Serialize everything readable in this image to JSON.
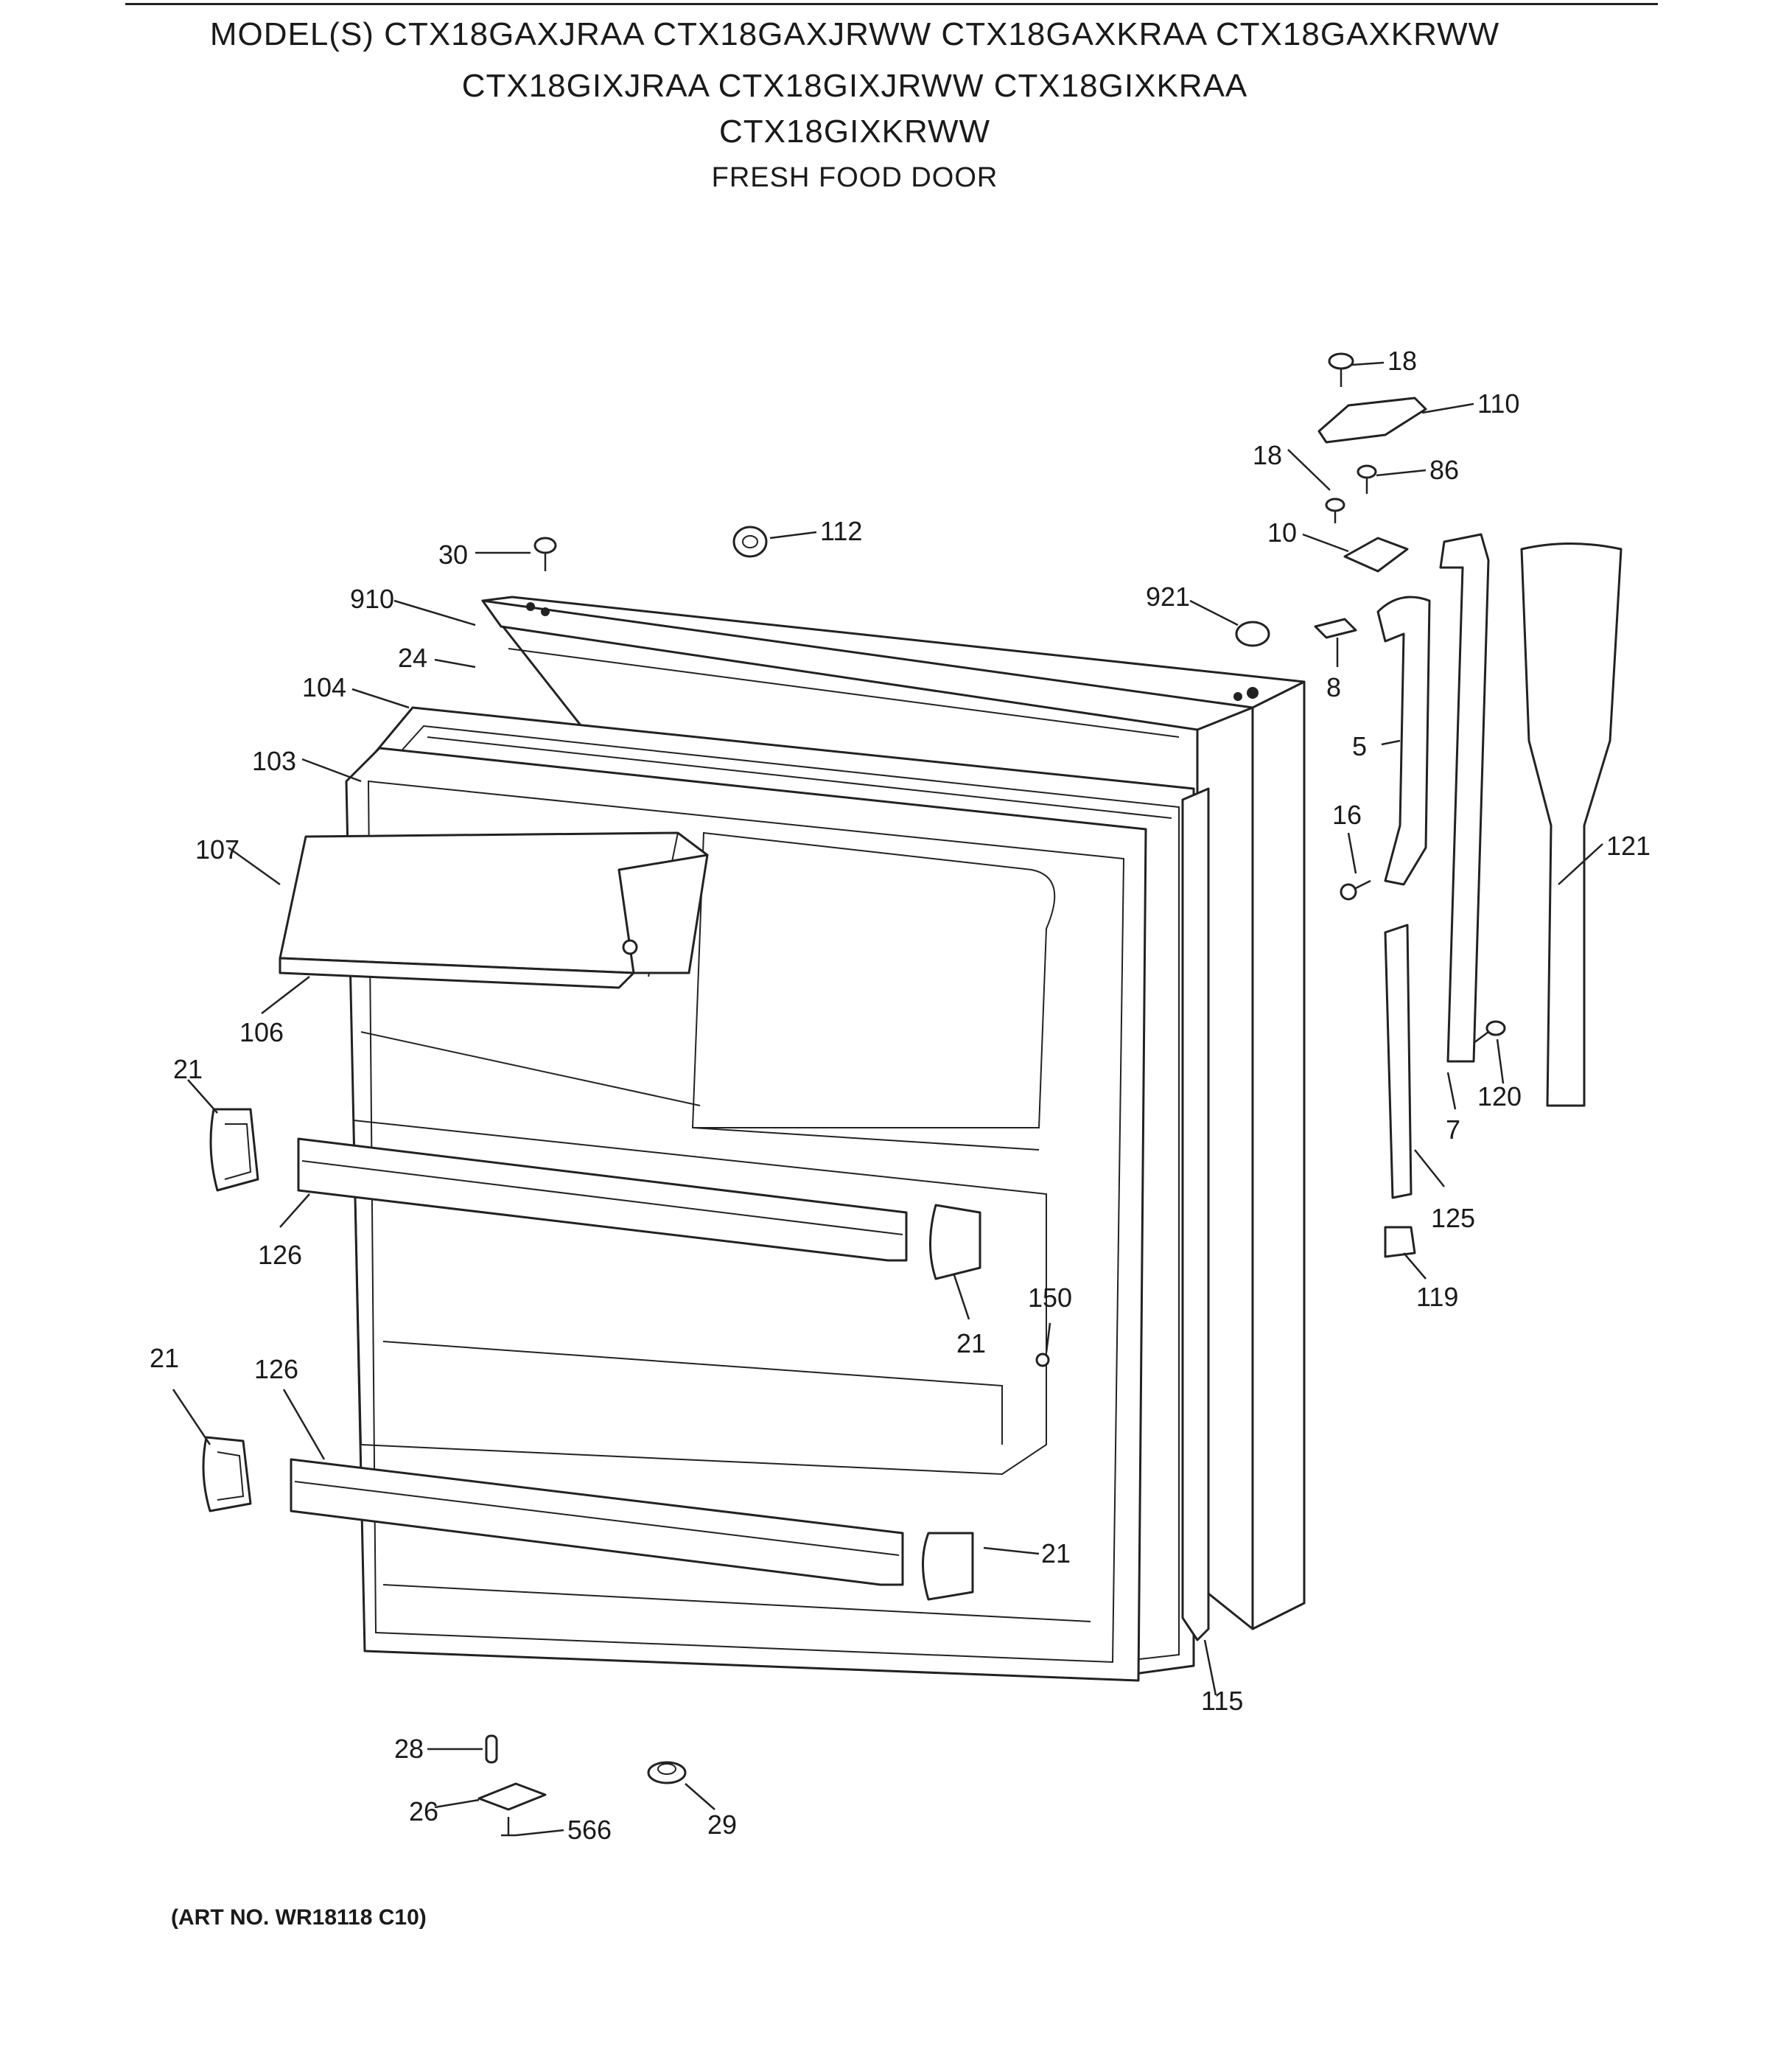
{
  "header": {
    "line1": "MODEL(S) CTX18GAXJRAA  CTX18GAXJRWW  CTX18GAXKRAA  CTX18GAXKRWW",
    "line2": "CTX18GIXJRAA  CTX18GIXJRWW  CTX18GIXKRAA",
    "line3": "CTX18GIXKRWW",
    "subtitle": "FRESH FOOD DOOR"
  },
  "footer": {
    "art_no": "(ART NO. WR18118 C10)"
  },
  "callouts": {
    "c18a": "18",
    "c110": "110",
    "c18b": "18",
    "c86": "86",
    "c10": "10",
    "c30": "30",
    "c112": "112",
    "c910": "910",
    "c921": "921",
    "c24": "24",
    "c8": "8",
    "c104": "104",
    "c5": "5",
    "c103": "103",
    "c16": "16",
    "c107": "107",
    "c121": "121",
    "c106": "106",
    "c21a": "21",
    "c120": "120",
    "c7": "7",
    "c125": "125",
    "c126a": "126",
    "c119": "119",
    "c150": "150",
    "c21b": "21",
    "c21c": "21",
    "c126b": "126",
    "c21d": "21",
    "c115": "115",
    "c28": "28",
    "c26": "26",
    "c566": "566",
    "c29": "29"
  }
}
